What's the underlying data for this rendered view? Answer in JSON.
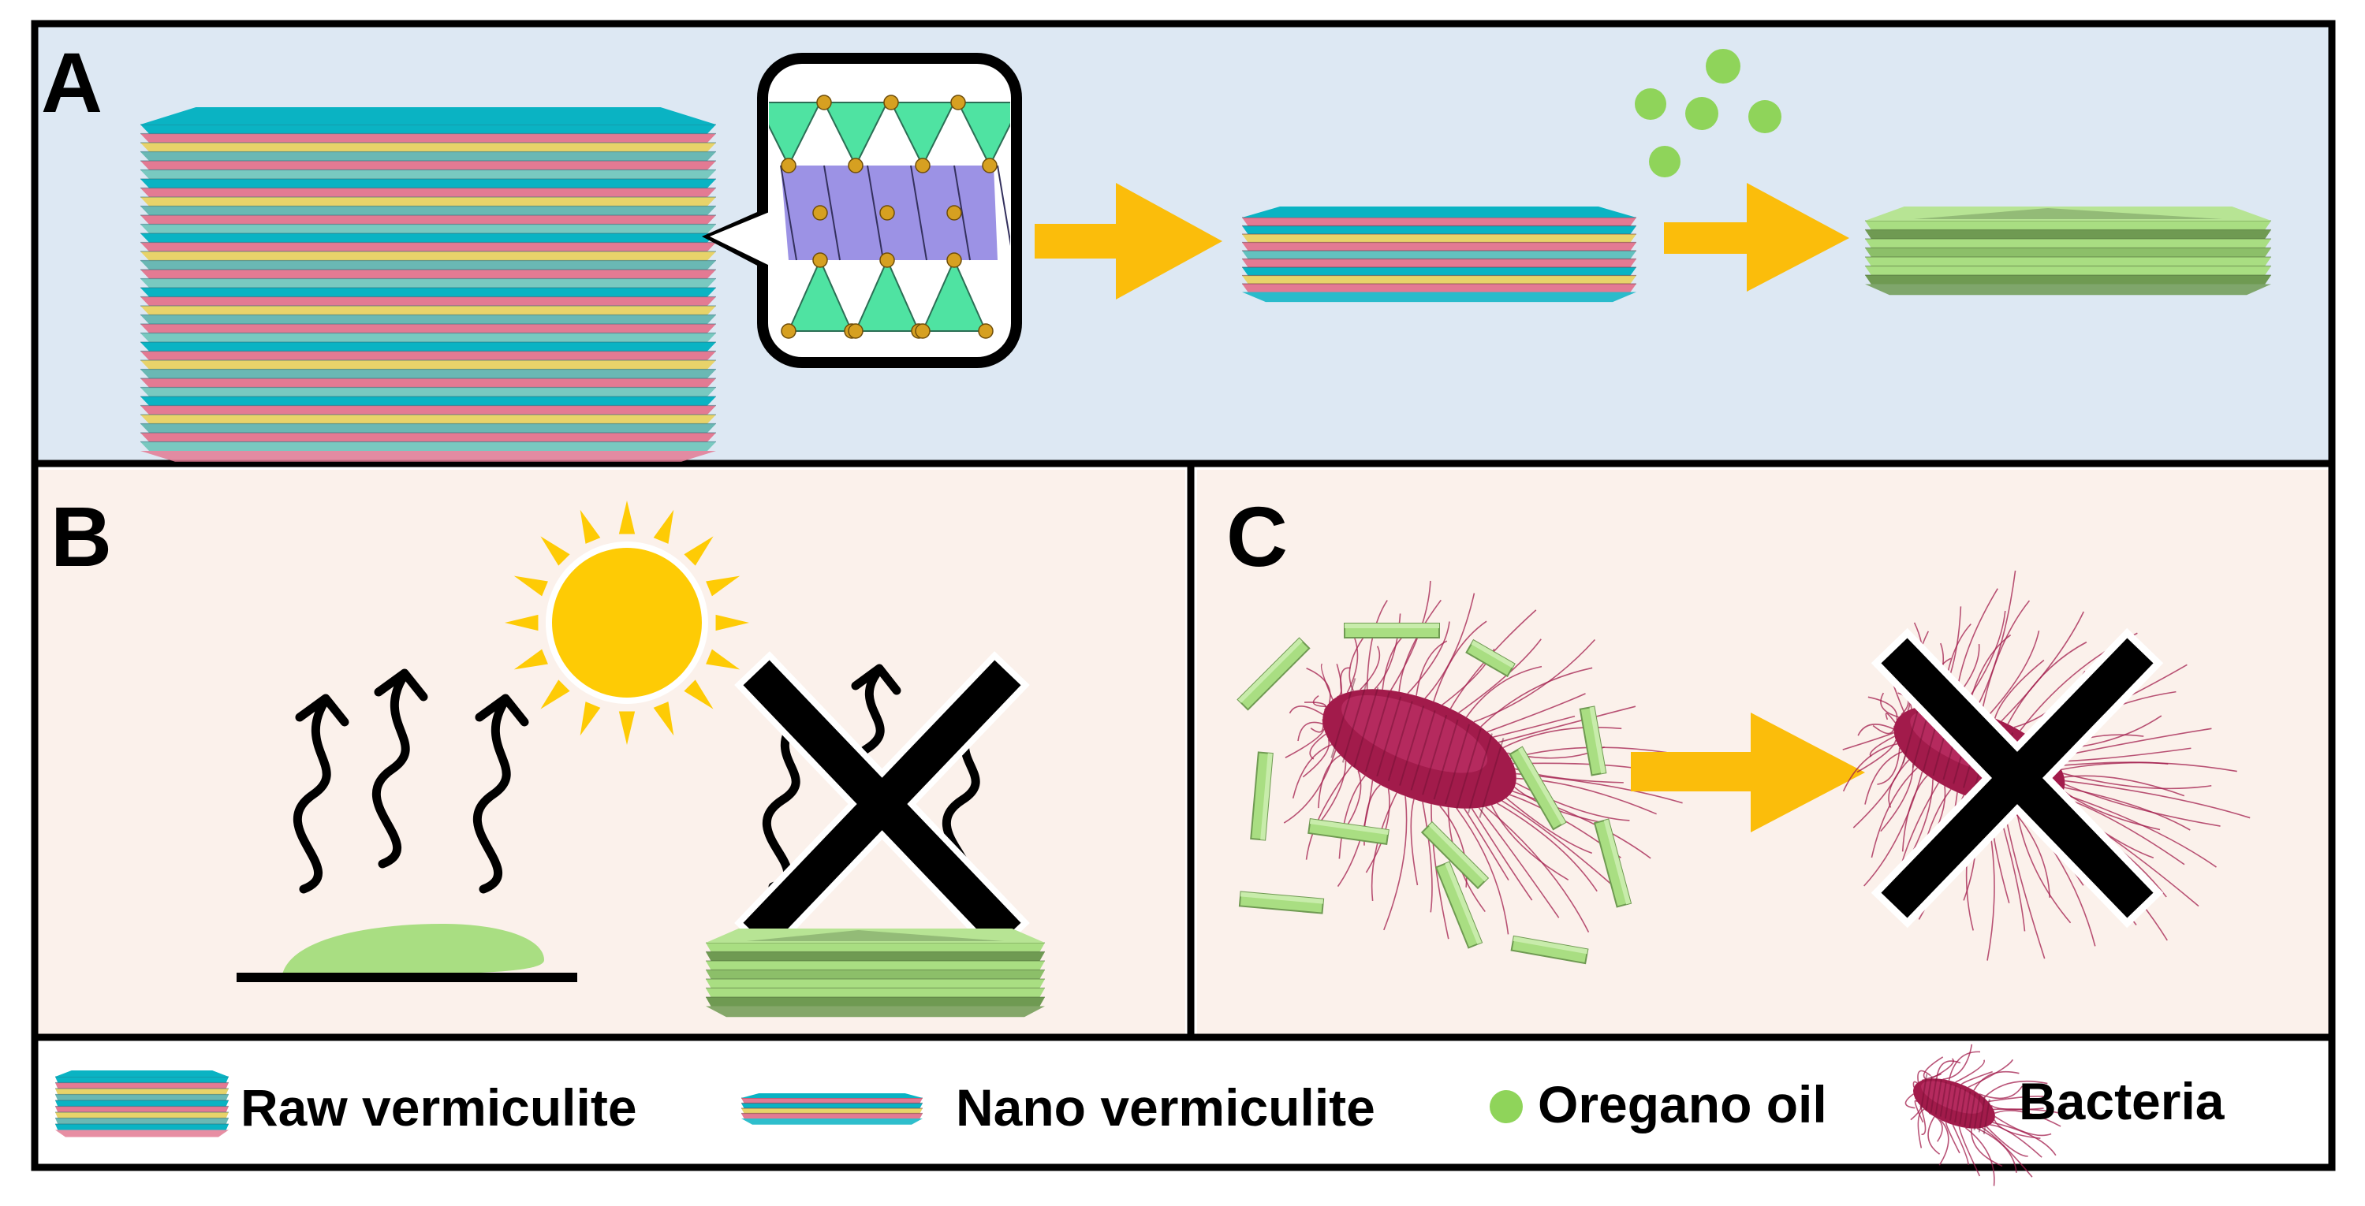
{
  "panels": {
    "a": {
      "label": "A"
    },
    "b": {
      "label": "B"
    },
    "c": {
      "label": "C"
    }
  },
  "legend": {
    "raw": "Raw vermiculite",
    "nano": "Nano vermiculite",
    "oil": "Oregano oil",
    "bacteria": "Bacteria"
  },
  "colors": {
    "panel_a_bg": "#dde8f3",
    "panel_bc_bg": "#fbf1eb",
    "arrow": "#fbbd0b",
    "sun": "#fecb05",
    "oil_drop": "#8fd45a",
    "green_layer": "#a9de82",
    "teal_top": "#0ab3c3",
    "pink_layer": "#e37a93",
    "yellow_layer": "#e8d36a",
    "bacteria": "#a21b4b",
    "tetra_green": "#4fe3a2",
    "octa_purple": "#8b7fe0",
    "atom": "#d6a021"
  },
  "icons": [
    "sun-icon",
    "vapor-arrow-icon",
    "cross-icon",
    "bacteria-icon",
    "oil-drop-icon",
    "block-arrow-icon"
  ]
}
